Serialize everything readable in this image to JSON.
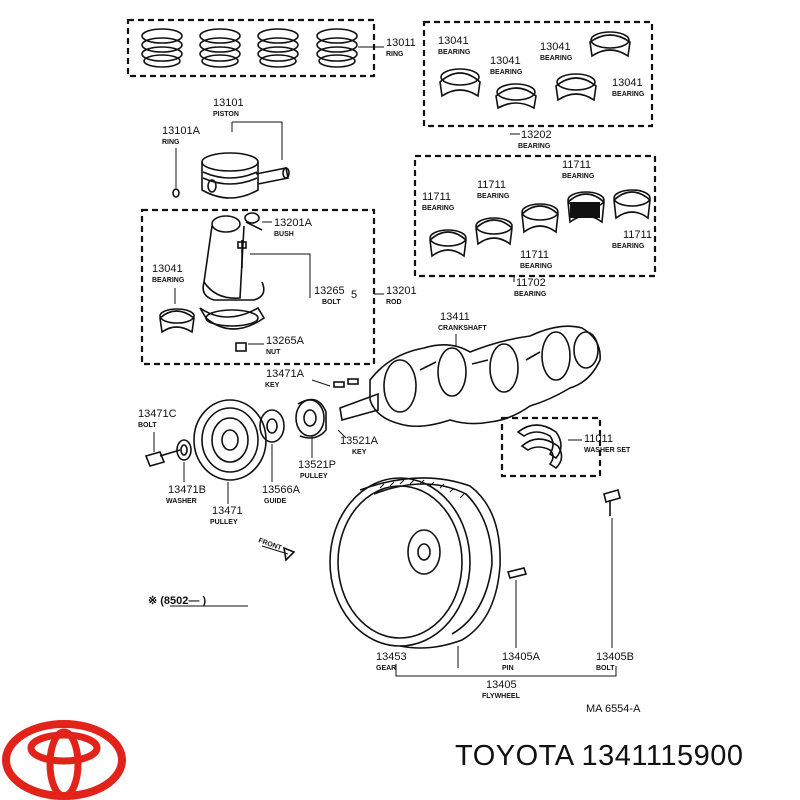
{
  "brand": {
    "title": "TOYOTA 1341115900",
    "logo_color": "#e2231a"
  },
  "diagram_code": "MA 6554-A",
  "footnote": "※ (8502—   )",
  "parts": {
    "ring_set": {
      "number": "13011",
      "name": "RING"
    },
    "bearing_a": {
      "number": "13041",
      "name": "BEARING"
    },
    "bearing_b": {
      "number": "13041",
      "name": "BEARING"
    },
    "bearing_c": {
      "number": "13041",
      "name": "BEARING"
    },
    "bearing_d": {
      "number": "13041",
      "name": "BEARING"
    },
    "bearing_set_rod": {
      "number": "13202",
      "name": "BEARING"
    },
    "piston": {
      "number": "13101",
      "name": "PISTON"
    },
    "piston_ring": {
      "number": "13101A",
      "name": "RING"
    },
    "main_bearing_a": {
      "number": "11711",
      "name": "BEARING"
    },
    "main_bearing_b": {
      "number": "11711",
      "name": "BEARING"
    },
    "main_bearing_c": {
      "number": "11711",
      "name": "BEARING"
    },
    "main_bearing_d": {
      "number": "11711",
      "name": "BEARING"
    },
    "main_bearing_e": {
      "number": "11711",
      "name": "BEARING"
    },
    "main_bearing_set": {
      "number": "11702",
      "name": "BEARING"
    },
    "bush": {
      "number": "13201A",
      "name": "BUSH"
    },
    "rod_bearing": {
      "number": "13041",
      "name": "BEARING"
    },
    "rod_bolt": {
      "number": "13265",
      "name": "BOLT"
    },
    "rod_bolt_qty": "5",
    "rod": {
      "number": "13201",
      "name": "ROD"
    },
    "rod_nut": {
      "number": "13265A",
      "name": "NUT"
    },
    "crankshaft": {
      "number": "13411",
      "name": "CRANKSHAFT"
    },
    "key_a": {
      "number": "13471A",
      "name": "KEY"
    },
    "bolt_c": {
      "number": "13471C",
      "name": "BOLT"
    },
    "key_b": {
      "number": "13521A",
      "name": "KEY"
    },
    "washer_set": {
      "number": "11011",
      "name": "WASHER SET"
    },
    "pulley_small": {
      "number": "13521P",
      "name": "PULLEY"
    },
    "washer": {
      "number": "13471B",
      "name": "WASHER"
    },
    "guide": {
      "number": "13566A",
      "name": "GUIDE"
    },
    "pulley": {
      "number": "13471",
      "name": "PULLEY"
    },
    "front": {
      "name": "FRONT"
    },
    "gear": {
      "number": "13453",
      "name": "GEAR"
    },
    "pin": {
      "number": "13405A",
      "name": "PIN"
    },
    "flywheel_bolt": {
      "number": "13405B",
      "name": "BOLT"
    },
    "flywheel": {
      "number": "13405",
      "name": "FLYWHEEL"
    }
  }
}
